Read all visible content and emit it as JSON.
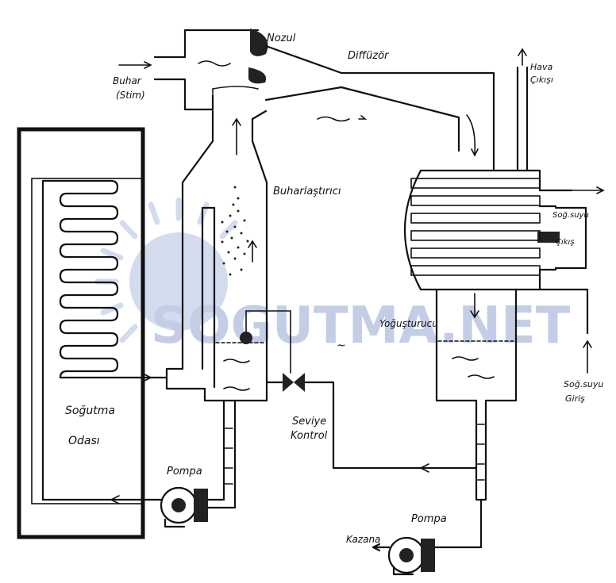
{
  "diagram": {
    "labels": {
      "nozzle": "Nozul",
      "diffuser": "Diffüzör",
      "steam_in": "Buhar\n(Stim)",
      "air_out": "Hava\nÇıkışı",
      "evaporator": "Buharlaştırıcı",
      "condenser": "Yoğuşturucu",
      "cooling_water_out": "Soğ.suyu\nÇıkış",
      "cooling_water_in": "Soğ.suyu\nGiriş",
      "cooling_room": "Soğutma\nOdası",
      "level_control": "Seviye\nKontrol",
      "pump_left": "Pompa",
      "pump_right": "Pompa",
      "boiler": "Kazana"
    },
    "watermark": {
      "text": "SOGUTMA.NET",
      "color": "#7c93c9"
    },
    "colors": {
      "ink": "#111111",
      "background": "#ffffff"
    }
  }
}
